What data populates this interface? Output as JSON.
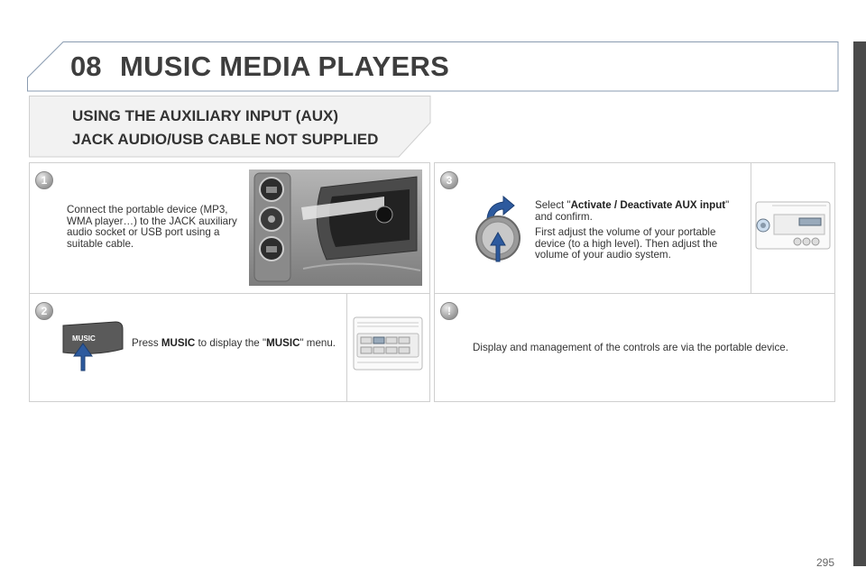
{
  "chapter": {
    "number": "08",
    "title": "MUSIC MEDIA PLAYERS"
  },
  "subtitle": {
    "line1": "USING THE AUXILIARY INPUT (AUX)",
    "line2": "JACK AUDIO/USB CABLE NOT SUPPLIED"
  },
  "steps": {
    "s1": {
      "badge": "1",
      "text": "Connect the portable device (MP3, WMA player…) to the JACK auxiliary audio socket or USB port using a suitable cable."
    },
    "s2": {
      "badge": "2",
      "pre": "Press ",
      "bold1": "MUSIC",
      "mid": " to display the \"",
      "bold2": "MUSIC",
      "post": "\" menu.",
      "button_label": "MUSIC"
    },
    "s3": {
      "badge": "3",
      "pre": "Select \"",
      "bold": "Activate / Deactivate AUX input",
      "post": "\" and confirm.",
      "para2": "First adjust the volume of your portable device (to a high level). Then adjust the volume of your audio system."
    },
    "note": {
      "badge": "!",
      "text": "Display and management of the controls are via the portable device."
    }
  },
  "page_number": "295",
  "colors": {
    "sidebar": "#4a4a4a",
    "arrow": "#2d5a9e",
    "border": "#cfcfcf"
  }
}
